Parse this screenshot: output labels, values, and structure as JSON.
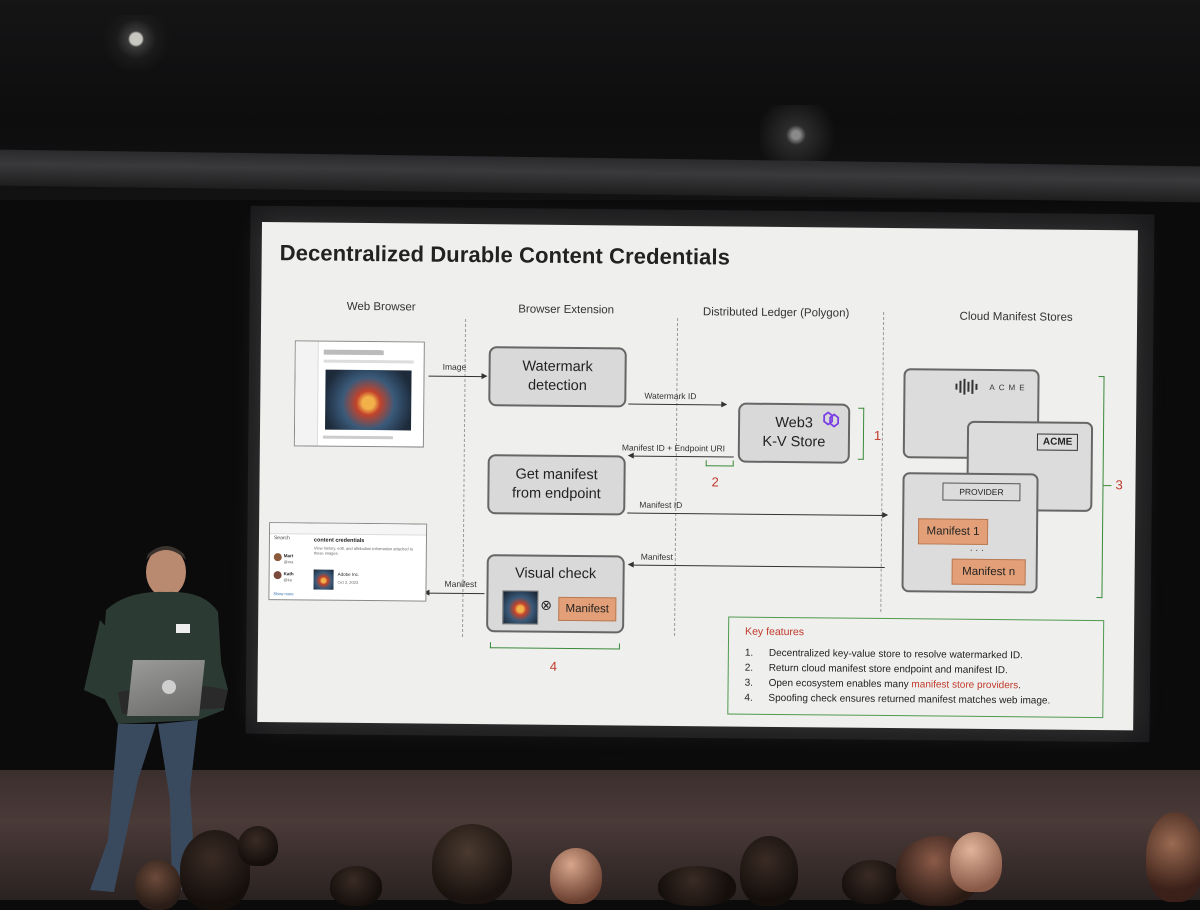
{
  "slide": {
    "title": "Decentralized Durable Content Credentials",
    "columns": [
      "Web Browser",
      "Browser Extension",
      "Distributed Ledger (Polygon)",
      "Cloud Manifest Stores"
    ],
    "boxes": {
      "watermark_line1": "Watermark",
      "watermark_line2": "detection",
      "manifest_line1": "Get manifest",
      "manifest_line2": "from endpoint",
      "visual_check": "Visual check",
      "kv_line1": "Web3",
      "kv_line2": "K-V Store"
    },
    "arrows": {
      "image": "Image",
      "watermark_id": "Watermark ID",
      "manifest_endpoint": "Manifest ID + Endpoint URI",
      "manifest_id": "Manifest ID",
      "manifest_right": "Manifest",
      "manifest_left": "Manifest"
    },
    "numbers": [
      "1",
      "2",
      "3",
      "4"
    ],
    "manifest_chip": "Manifest",
    "otimes": "⊗",
    "stores": {
      "acme_logo": "ACME",
      "acme_box": "ACME",
      "provider": "PROVIDER",
      "manifest1": "Manifest 1",
      "dots": ". . .",
      "manifestn": "Manifest n"
    },
    "browser_panel": {
      "search": "Search",
      "heading": "content credentials",
      "desc": "View history, edit, and attribution information attached to these images.",
      "row1": "Mart",
      "row1b": "@ma",
      "row2": "Kath",
      "row2b": "@ka",
      "issuer": "Adobe Inc.",
      "date": "Oct 3, 2023",
      "more": "Show more"
    },
    "key_features": {
      "title": "Key features",
      "items": [
        {
          "n": "1.",
          "text": "Decentralized key-value store to resolve watermarked ID."
        },
        {
          "n": "2.",
          "text": "Return cloud manifest store endpoint and manifest ID."
        },
        {
          "n": "3.",
          "pre": "Open ecosystem enables many ",
          "highlight": "manifest store providers",
          "post": "."
        },
        {
          "n": "4.",
          "text": "Spoofing check ensures returned manifest matches web image."
        }
      ]
    }
  },
  "colors": {
    "accent_red": "#c0392b",
    "bracket_green": "#3a8a3a",
    "manifest_orange": "#e3a078"
  }
}
